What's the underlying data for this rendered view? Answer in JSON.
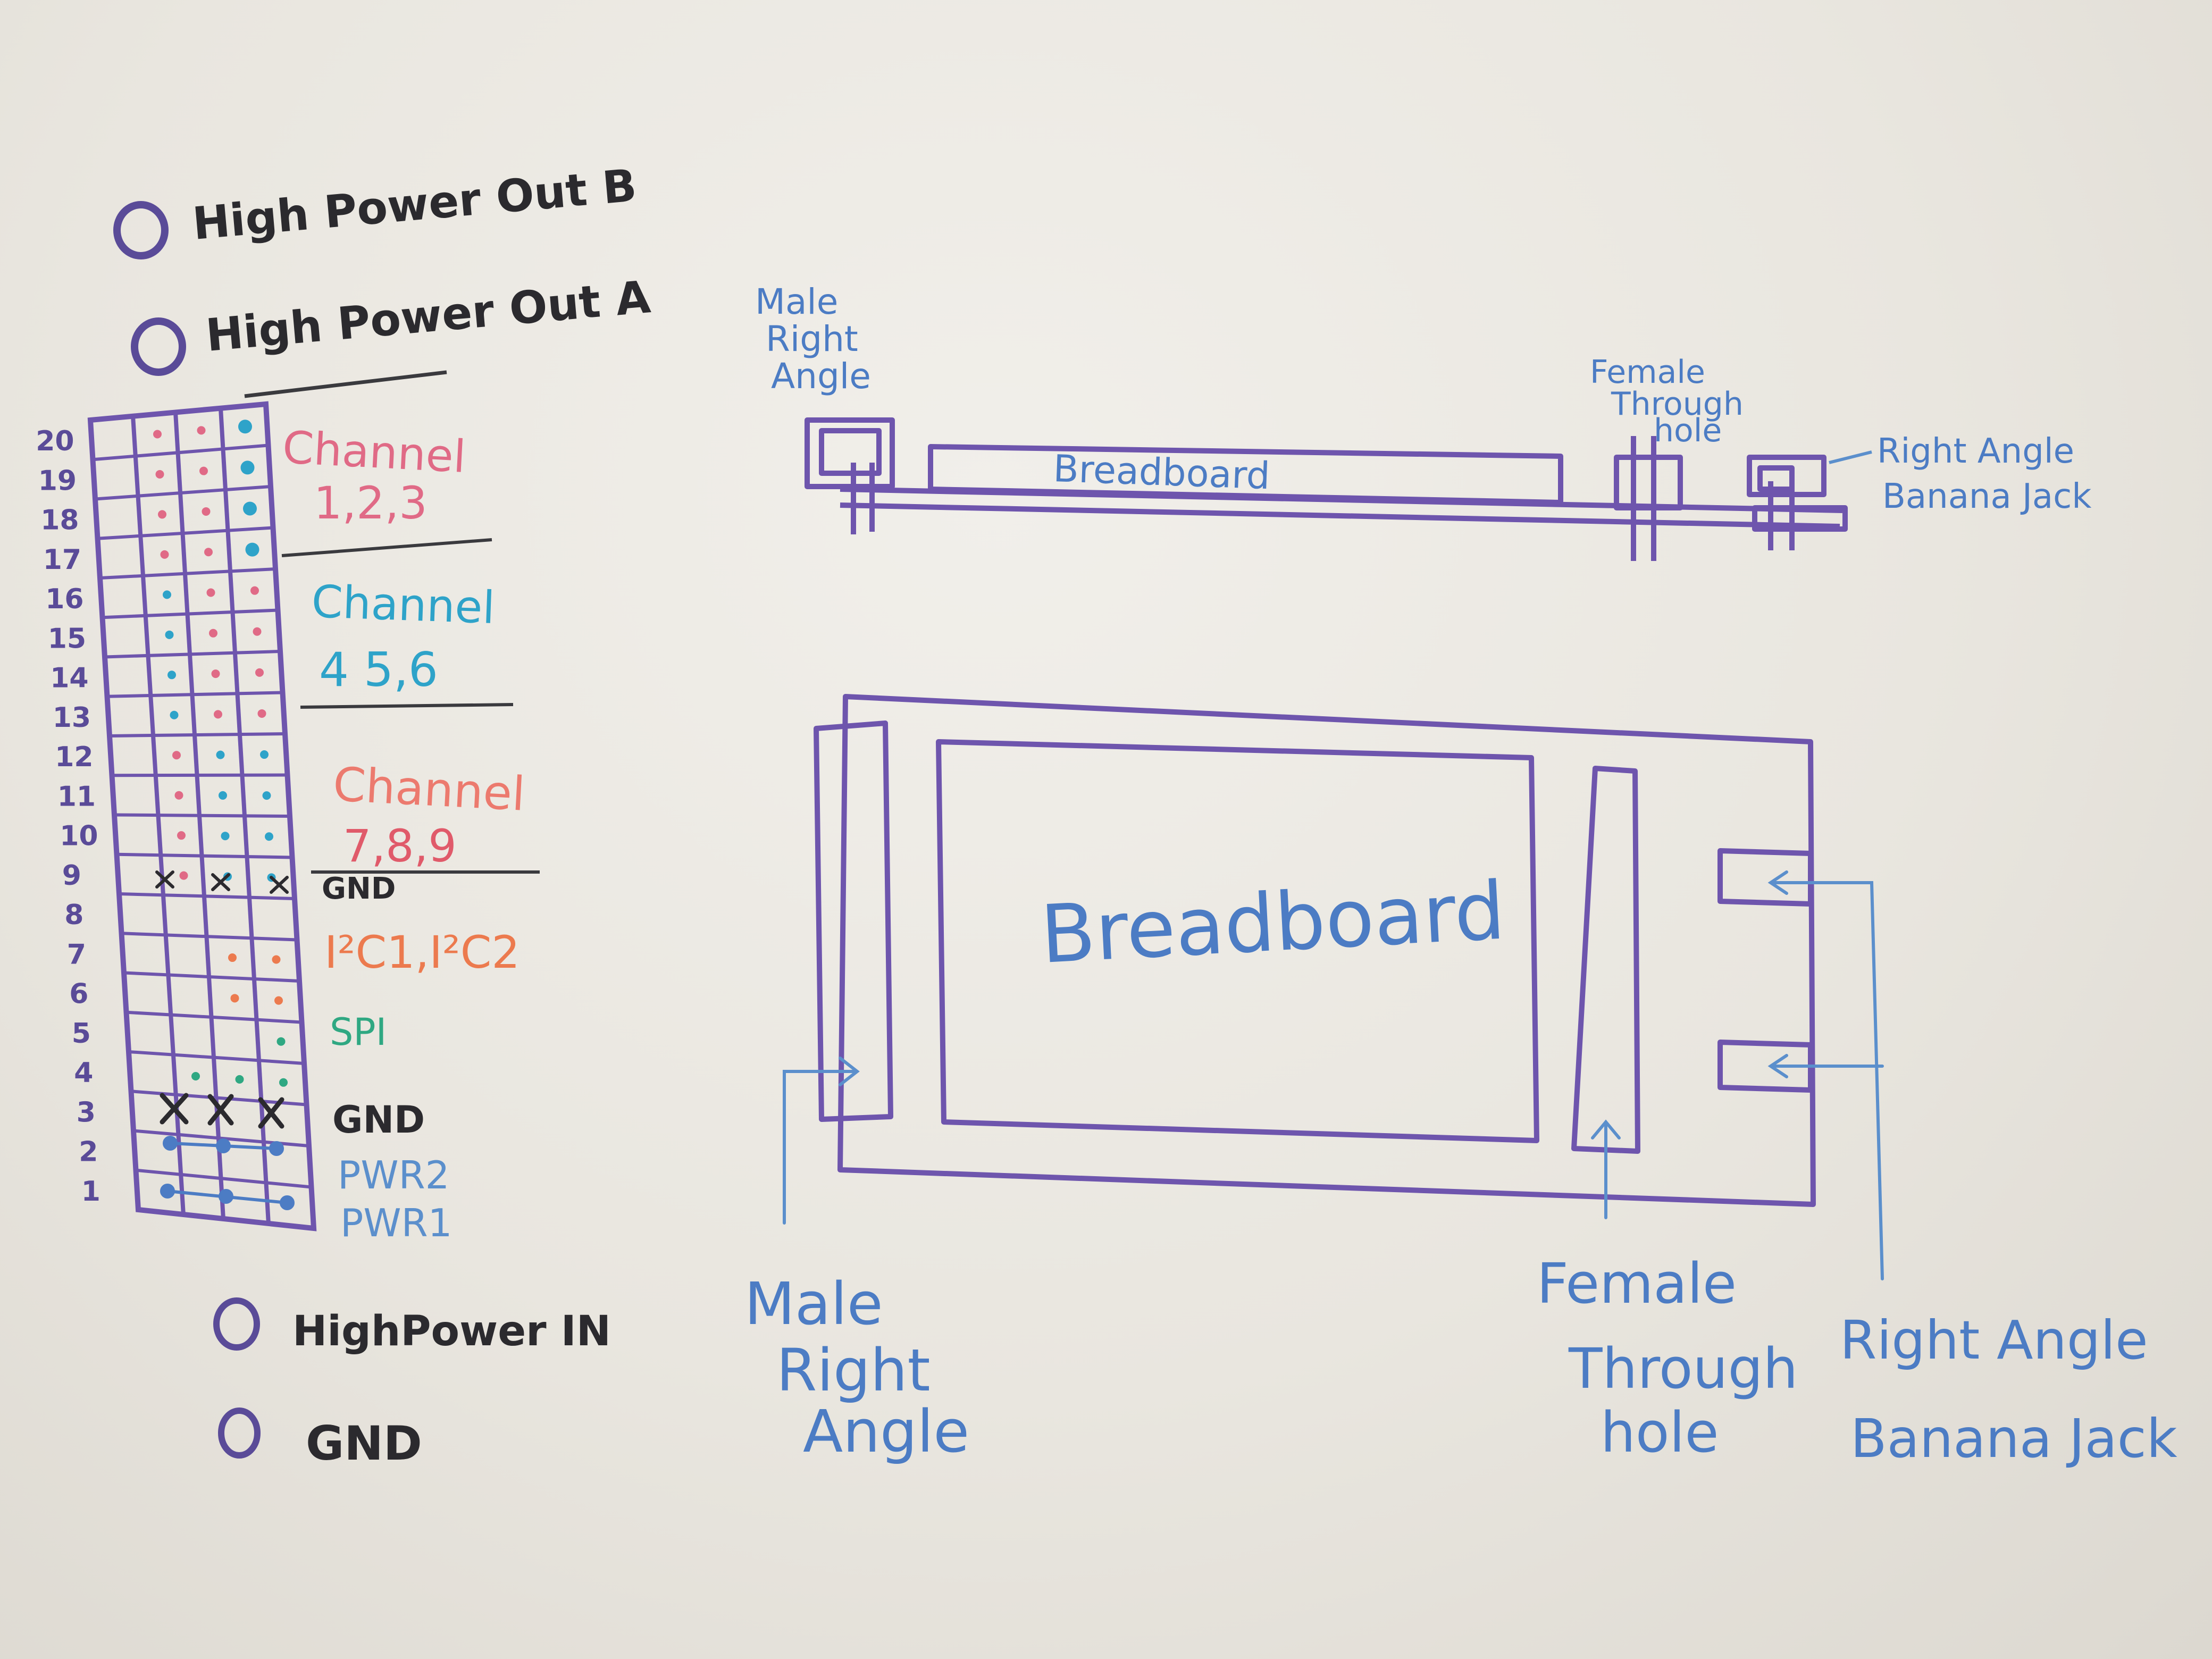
{
  "colors": {
    "whiteboard": "#ebe8e2",
    "purple": "#6e55ad",
    "black": "#2b2a2e",
    "pink": "#e06a86",
    "cyan": "#2ea3c9",
    "orange": "#ec7a4e",
    "green": "#2fa882",
    "blue": "#5b8fcc"
  },
  "top_terminals": [
    {
      "label": "High Power Out B",
      "color": "black",
      "icon": "terminal-circle-icon"
    },
    {
      "label": "High Power Out A",
      "color": "black",
      "icon": "terminal-circle-icon"
    }
  ],
  "bottom_terminals": [
    {
      "label": "HighPower IN",
      "color": "black",
      "icon": "terminal-circle-icon"
    },
    {
      "label": "GND",
      "color": "black",
      "icon": "terminal-circle-icon"
    }
  ],
  "header": {
    "row_numbers": [
      "20",
      "19",
      "18",
      "17",
      "16",
      "15",
      "14",
      "13",
      "12",
      "11",
      "10",
      "9",
      "8",
      "7",
      "6",
      "5",
      "4",
      "3",
      "2",
      "1"
    ],
    "groups": [
      {
        "label": "Channel",
        "sublabel": "1,2,3",
        "color": "pink"
      },
      {
        "label": "Channel",
        "sublabel": "4 5,6",
        "color": "cyan"
      },
      {
        "label": "Channel",
        "sublabel": "7,8,9",
        "color": "pink"
      },
      {
        "label": "GND",
        "color": "black"
      },
      {
        "label": "I²C1,I²C2",
        "color": "orange"
      },
      {
        "label": "SPI",
        "color": "green"
      },
      {
        "label": "GND",
        "color": "black"
      },
      {
        "label": "PWR2",
        "color": "blue"
      },
      {
        "label": "PWR1",
        "color": "blue"
      }
    ]
  },
  "side_view": {
    "breadboard_label": "Breadboard",
    "male_label": [
      "Male",
      "Right",
      "Angle"
    ],
    "female_label": [
      "Female",
      "Through",
      "hole"
    ],
    "jack_label": [
      "Right Angle",
      "Banana Jack"
    ]
  },
  "top_view": {
    "breadboard_label": "Breadboard",
    "male_label": [
      "Male",
      "Right",
      "Angle"
    ],
    "female_label": [
      "Female",
      "Through",
      "hole"
    ],
    "jack_label": [
      "Right Angle",
      "Banana Jack"
    ]
  }
}
